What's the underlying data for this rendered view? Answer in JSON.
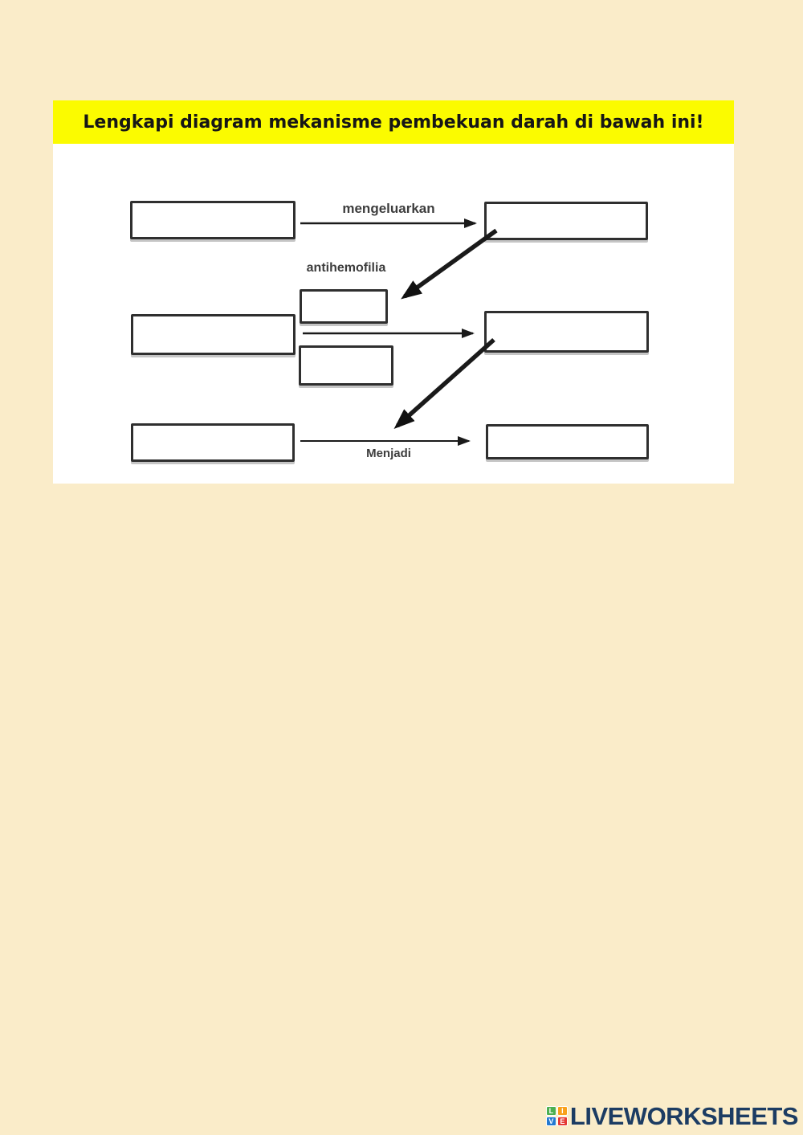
{
  "colors": {
    "page_background": "#FAECC9",
    "banner_background": "#FBFB00",
    "sheet_background": "#FFFFFF",
    "box_border": "#2F2F2F",
    "arrow": "#1A1A1A",
    "label_text": "#3D3D3D",
    "title_text": "#161616",
    "logo_text": "#1C3C63"
  },
  "banner": {
    "title": "Lengkapi diagram mekanisme pembekuan darah di bawah ini!"
  },
  "diagram": {
    "arrow1_label": "mengeluarkan",
    "factor_label": "antihemofilia",
    "arrow3_label": "Menjadi"
  },
  "footer": {
    "logo_text": "LIVEWORKSHEETS",
    "logo_squares": [
      {
        "letter": "L",
        "color": "#4CAF50"
      },
      {
        "letter": "I",
        "color": "#F9A11B"
      },
      {
        "letter": "V",
        "color": "#2479D0"
      },
      {
        "letter": "E",
        "color": "#E53935"
      }
    ]
  }
}
